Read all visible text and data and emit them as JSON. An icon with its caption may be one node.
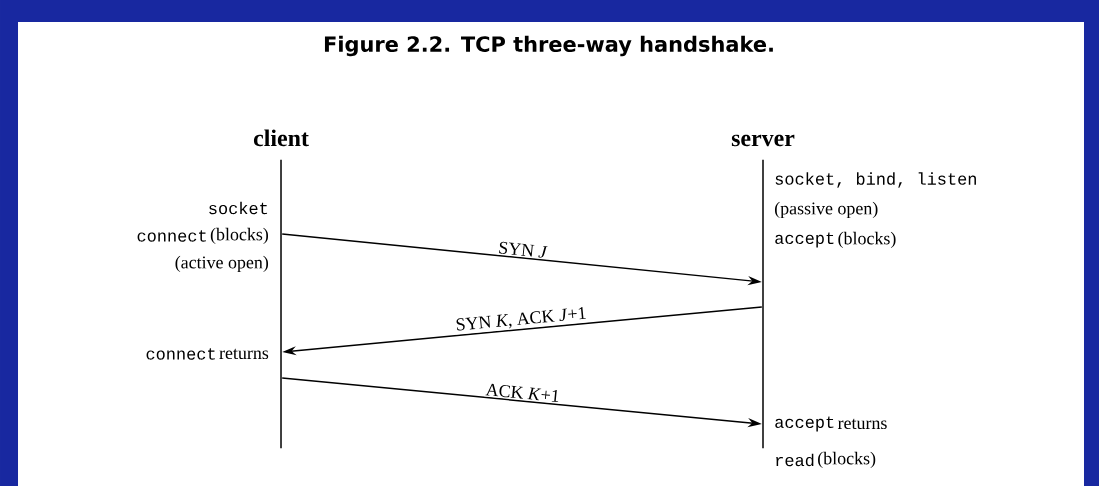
{
  "diagram": {
    "title": "Figure 2.2. TCP three-way handshake.",
    "nodes": [
      {
        "text": [
          "client"
        ]
      },
      {
        "text": [
          "server"
        ]
      }
    ],
    "edges": [
      {
        "from": 0,
        "to": 1,
        "arrow": "to",
        "label": "SYN *J*"
      },
      {
        "from": 1,
        "to": 0,
        "arrow": "to",
        "label": "SYN *K*, ACK *J*+1"
      },
      {
        "from": 0,
        "to": 1,
        "arrow": "to",
        "label": "ACK *K*+1"
      }
    ],
    "labels": [
      "socket, bind, listen",
      "socket",
      "(passive open)",
      "connect",
      "(blocks)",
      "accept",
      "(blocks)",
      "(active open)",
      "connect",
      "returns",
      "accept",
      "returns",
      "read",
      "(blocks)"
    ]
  }
}
